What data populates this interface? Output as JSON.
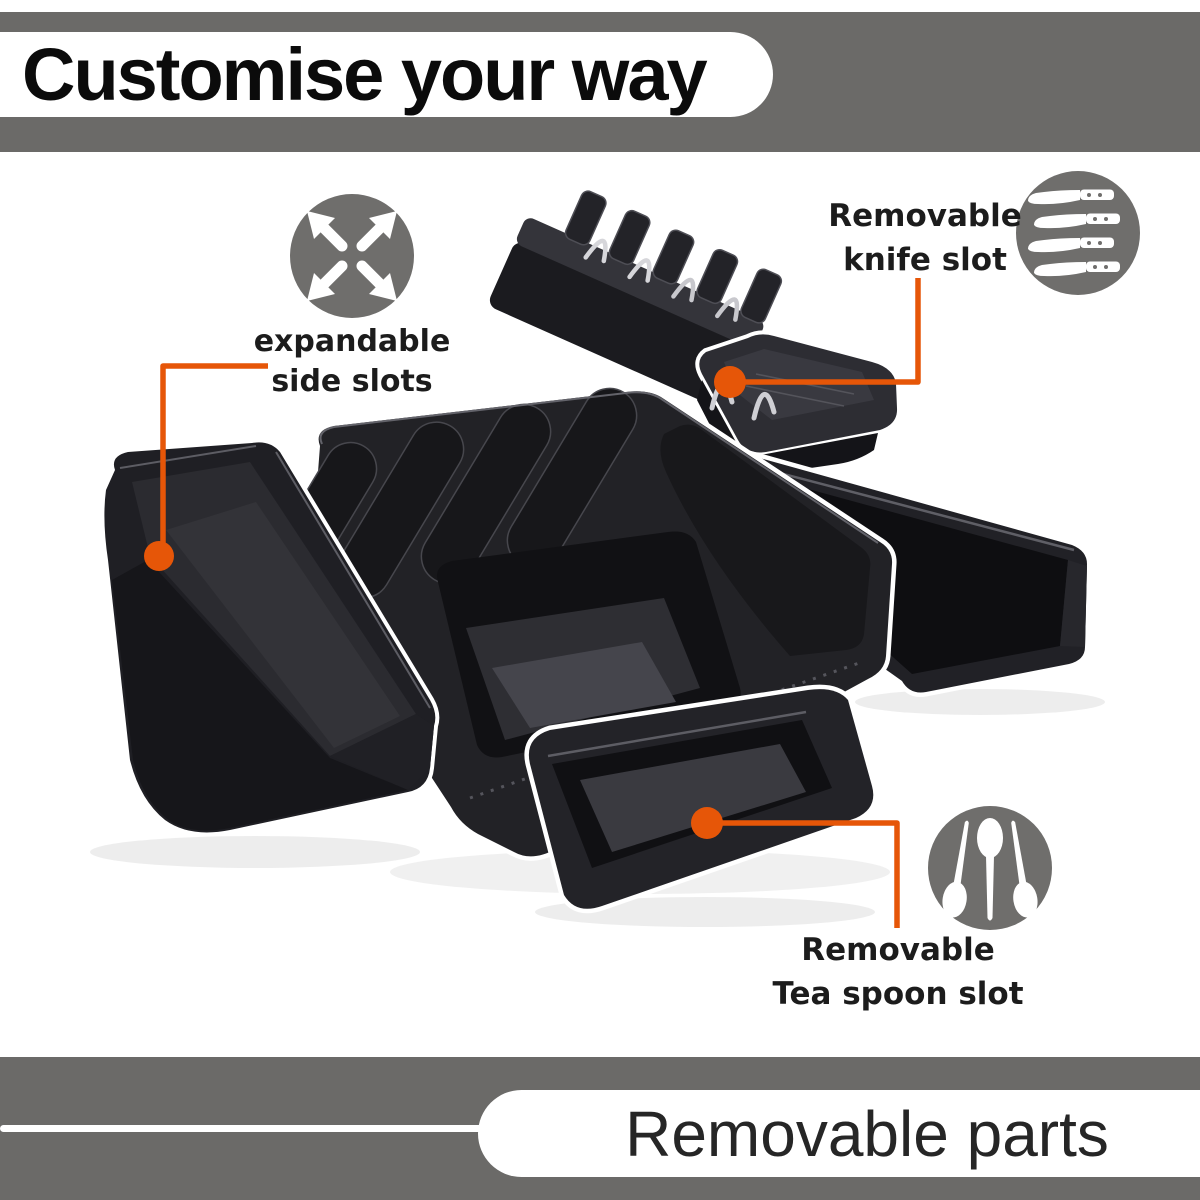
{
  "header": {
    "title": "Customise your way"
  },
  "footer": {
    "label": "Removable parts"
  },
  "callouts": {
    "expandable": {
      "line1": "expandable",
      "line2": "side slots"
    },
    "knife": {
      "line1": "Removable",
      "line2": "knife slot"
    },
    "teaspoon": {
      "line1": "Removable",
      "line2": "Tea spoon slot"
    }
  },
  "icons": {
    "expandable": "expand-arrows-icon",
    "knife": "knife-set-icon",
    "teaspoon": "teaspoons-icon"
  },
  "colors": {
    "accent_orange": "#E65608",
    "band_gray": "#6B6A68",
    "icon_gray": "#6F6E6C",
    "title_black": "#0B0B0B"
  }
}
